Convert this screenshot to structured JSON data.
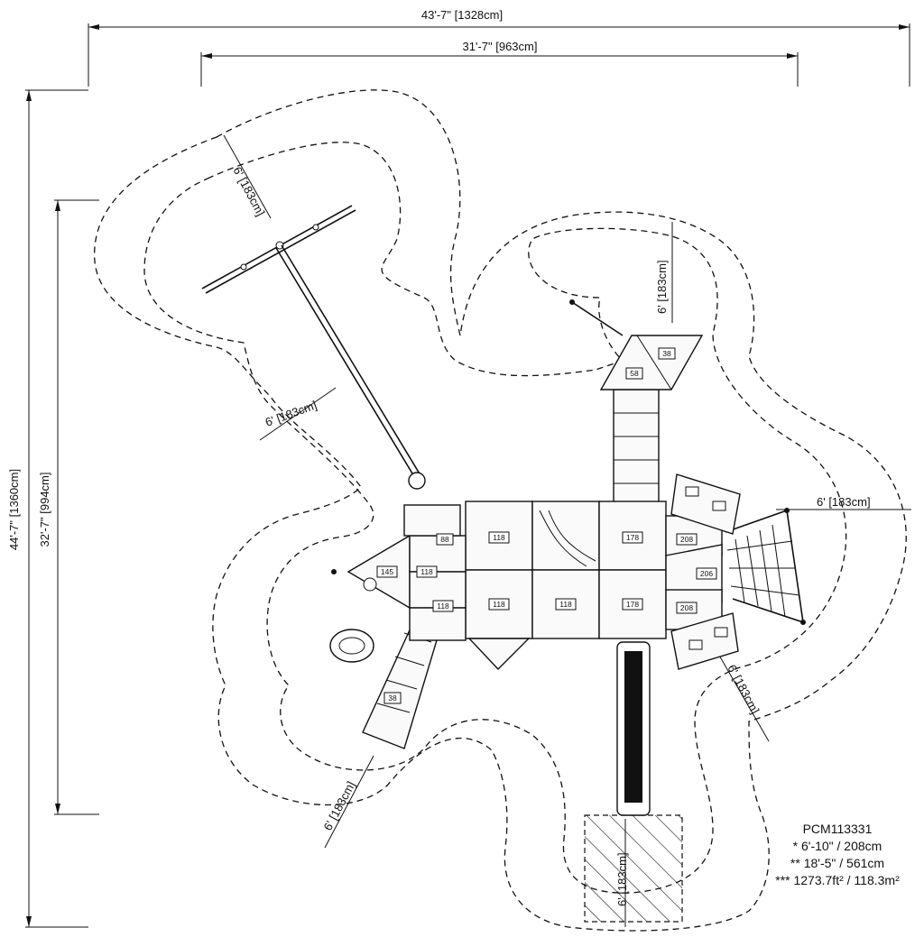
{
  "dimensions": {
    "overall_width": "43'-7\" [1328cm]",
    "inner_width": "31'-7\" [963cm]",
    "overall_height": "44'-7\" [1360cm]",
    "inner_height": "32'-7\" [994cm]",
    "clearance": "6' [183cm]",
    "clearance_alt": "6' [183cm]"
  },
  "deck_heights": {
    "d38a": "38",
    "d58": "58",
    "d38b": "38",
    "d88": "88",
    "d145": "145",
    "d118a": "118",
    "d118b": "118",
    "d118c": "118",
    "d118d": "118",
    "d118e": "118",
    "d178a": "178",
    "d178b": "178",
    "d208a": "208",
    "d206": "206",
    "d208b": "208"
  },
  "info": {
    "model": "PCM113331",
    "height_1": "* 6'-10\" / 208cm",
    "height_2": "** 18'-5\" / 561cm",
    "area": "*** 1273.7ft² / 118.3m²"
  }
}
